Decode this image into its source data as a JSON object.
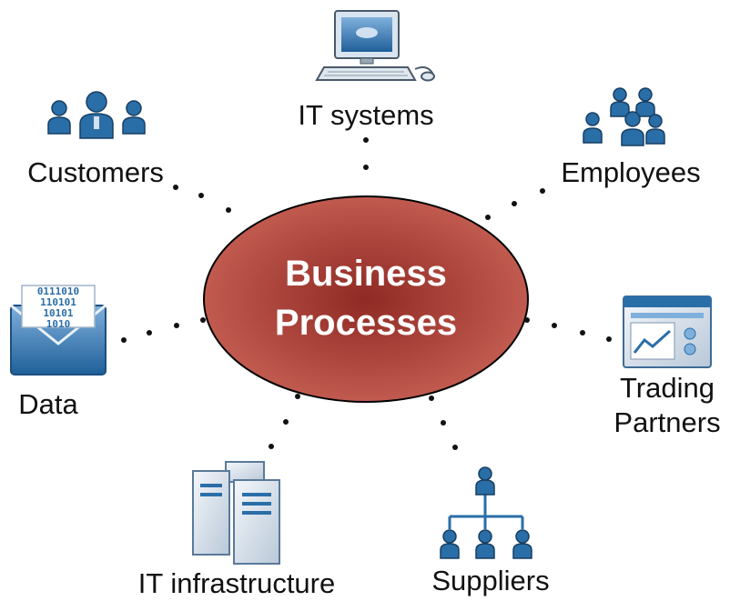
{
  "center": {
    "line1": "Business",
    "line2": "Processes",
    "fill_color": "#b0423a"
  },
  "nodes": {
    "it_systems": {
      "label": "IT systems",
      "icon": "computer-icon"
    },
    "customers": {
      "label": "Customers",
      "icon": "customer-group-icon"
    },
    "employees": {
      "label": "Employees",
      "icon": "employee-group-icon"
    },
    "data": {
      "label": "Data",
      "icon": "binary-envelope-icon"
    },
    "trading_partners": {
      "label_line1": "Trading",
      "label_line2": "Partners",
      "icon": "browser-window-icon"
    },
    "it_infrastructure": {
      "label": "IT infrastructure",
      "icon": "server-rack-icon"
    },
    "suppliers": {
      "label": "Suppliers",
      "icon": "org-chart-icon"
    }
  },
  "icon_color": "#2a6ea8"
}
